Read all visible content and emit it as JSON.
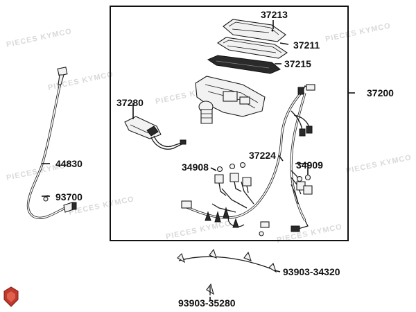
{
  "watermark": "PIECES KYMCO",
  "labels": {
    "p37213": "37213",
    "p37211": "37211",
    "p37215": "37215",
    "p37200": "37200",
    "p37280": "37280",
    "p37224": "37224",
    "p34908": "34908",
    "p34909": "34909",
    "p44830": "44830",
    "p93700": "93700",
    "p93903_34320": "93903-34320",
    "p93903_35280": "93903-35280"
  },
  "colors": {
    "logo": "#c0392b",
    "lines": "#111111",
    "watermark": "#d9d9d9"
  }
}
